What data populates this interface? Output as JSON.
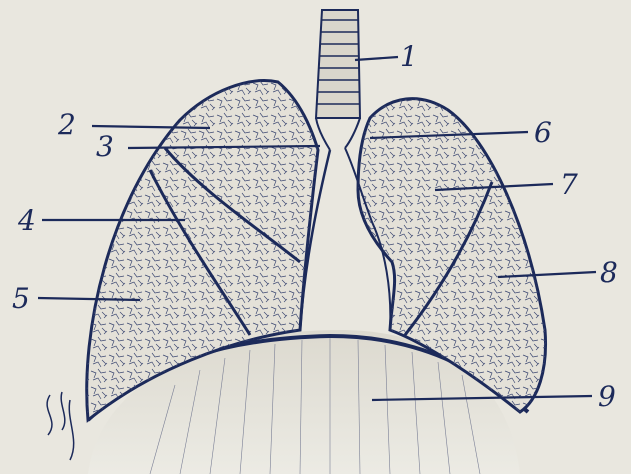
{
  "figure": {
    "labels": [
      {
        "id": "1",
        "text": "1"
      },
      {
        "id": "2",
        "text": "2"
      },
      {
        "id": "3",
        "text": "3"
      },
      {
        "id": "4",
        "text": "4"
      },
      {
        "id": "5",
        "text": "5"
      },
      {
        "id": "6",
        "text": "6"
      },
      {
        "id": "7",
        "text": "7"
      },
      {
        "id": "8",
        "text": "8"
      },
      {
        "id": "9",
        "text": "9"
      }
    ],
    "colors": {
      "paper": "#e9e7df",
      "ink": "#1c2a5a"
    }
  }
}
